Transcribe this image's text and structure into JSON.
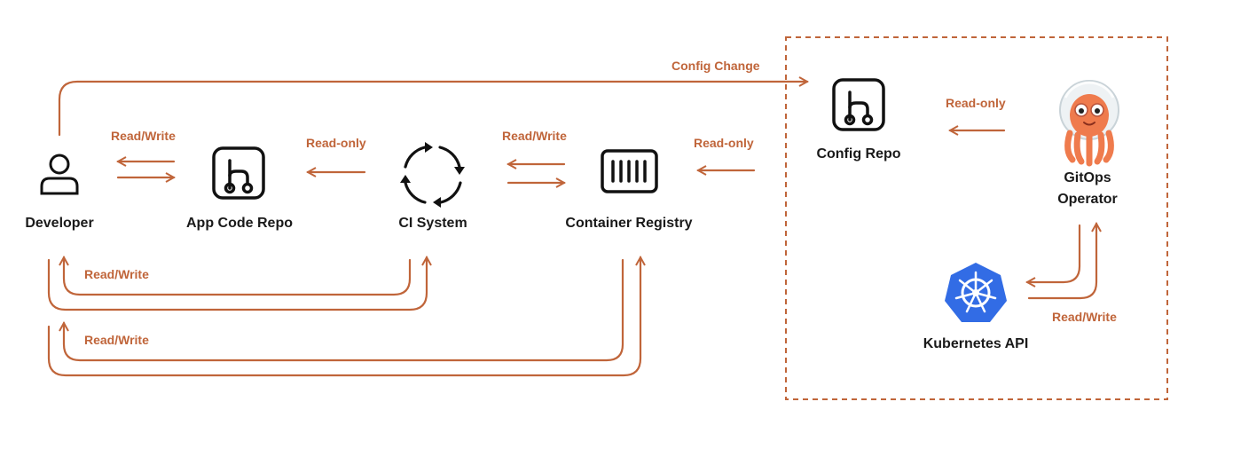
{
  "colors": {
    "arrow": "#c0653a",
    "icon": "#111111",
    "k8s_blue": "#326ce5",
    "octopus": "#ef7b4d"
  },
  "nodes": {
    "developer": {
      "label": "Developer",
      "icon": "user-icon"
    },
    "app_repo": {
      "label": "App Code Repo",
      "icon": "git-repo-icon"
    },
    "ci": {
      "label": "CI System",
      "icon": "cycle-icon"
    },
    "registry": {
      "label": "Container Registry",
      "icon": "container-icon"
    },
    "config_repo": {
      "label": "Config Repo",
      "icon": "git-repo-icon"
    },
    "gitops": {
      "label_line1": "GitOps",
      "label_line2": "Operator",
      "icon": "octopus-mascot-icon"
    },
    "k8s": {
      "label": "Kubernetes API",
      "icon": "kubernetes-helm-icon"
    }
  },
  "edges": {
    "config_change": "Config Change",
    "dev_app": "Read/Write",
    "ci_app": "Read-only",
    "ci_registry": "Read/Write",
    "config_registry": "Read-only",
    "gitops_config": "Read-only",
    "dev_ci": "Read/Write",
    "dev_registry": "Read/Write",
    "gitops_k8s": "Read/Write"
  }
}
